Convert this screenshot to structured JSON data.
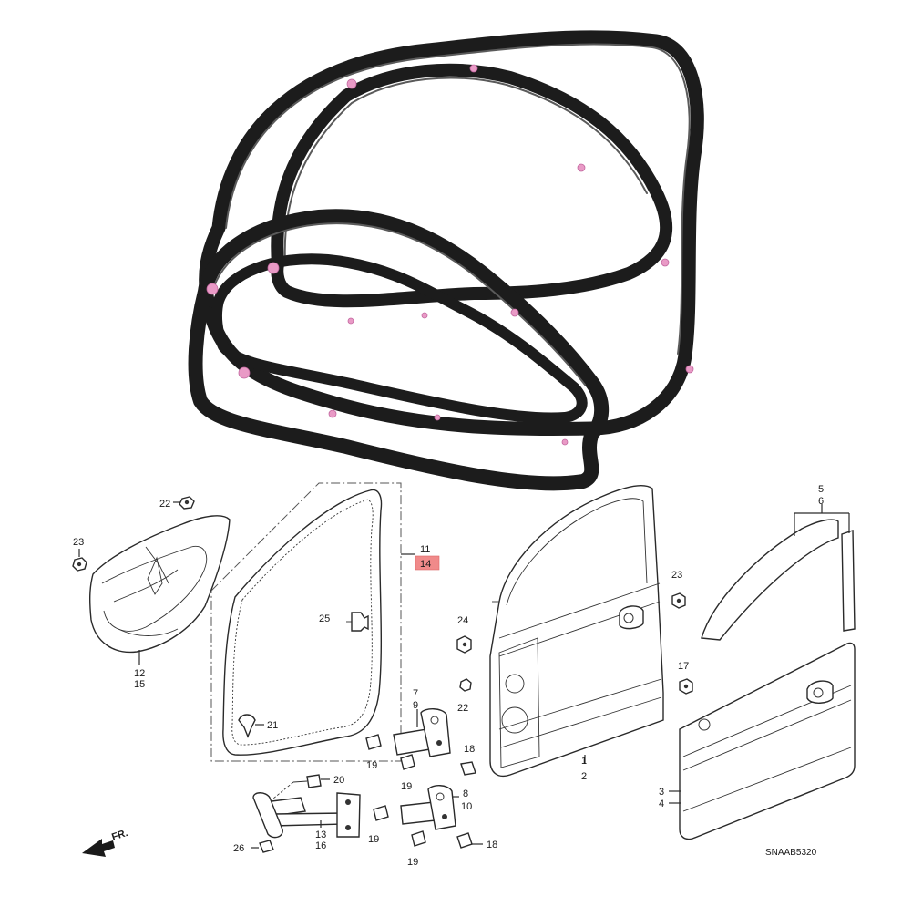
{
  "diagram": {
    "image_code": "SNAAB5320",
    "front_marker": "FR.",
    "colors": {
      "seal": "#1c1c1c",
      "clips": "#e99ac6",
      "highlight_box": "#f08a8a"
    },
    "callouts": {
      "c1": "1",
      "c2": "2",
      "c3": "3",
      "c4": "4",
      "c5": "5",
      "c6": "6",
      "c7": "7",
      "c8": "8",
      "c9": "9",
      "c10": "10",
      "c11": "11",
      "c12": "12",
      "c13": "13",
      "c14": "14",
      "c15": "15",
      "c16": "16",
      "c17": "17",
      "c18a": "18",
      "c18b": "18",
      "c19a": "19",
      "c19b": "19",
      "c19c": "19",
      "c19d": "19",
      "c20": "20",
      "c21": "21",
      "c22a": "22",
      "c22b": "22",
      "c23a": "23",
      "c23b": "23",
      "c24": "24",
      "c25": "25",
      "c26": "26"
    }
  }
}
